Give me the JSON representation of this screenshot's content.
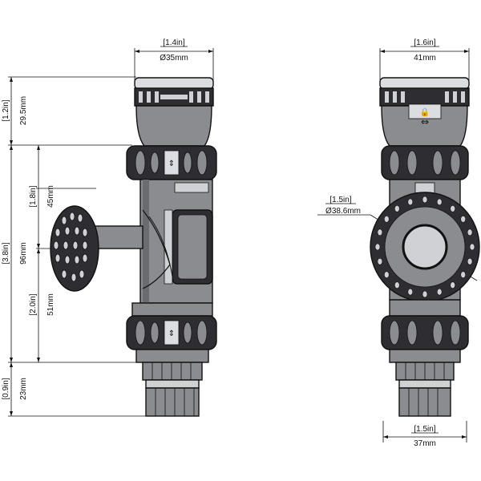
{
  "dimensions": {
    "top_left_width": {
      "inch": "[1.4in]",
      "mm": "Ø35mm"
    },
    "top_right_width": {
      "inch": "[1.6in]",
      "mm": "41mm"
    },
    "left_cap_height": {
      "inch": "[1.2in]",
      "mm": "29.5mm"
    },
    "left_upper_height": {
      "inch": "[1.8in]",
      "mm": "45mm"
    },
    "left_total_height": {
      "inch": "[3.8in]",
      "mm": "96mm"
    },
    "left_lower_height": {
      "inch": "[2.0in]",
      "mm": "51mm"
    },
    "left_bottom_height": {
      "inch": "[0.9in]",
      "mm": "23mm"
    },
    "right_ring_diameter": {
      "inch": "[1.5in]",
      "mm": "Ø38.6mm"
    },
    "bottom_right_width": {
      "inch": "[1.5in]",
      "mm": "37mm"
    }
  },
  "colors": {
    "body": "#8a8c90",
    "dark": "#3a3a3e",
    "light": "#cfd1d4",
    "cap": "#dcdde0",
    "line": "#111111"
  }
}
